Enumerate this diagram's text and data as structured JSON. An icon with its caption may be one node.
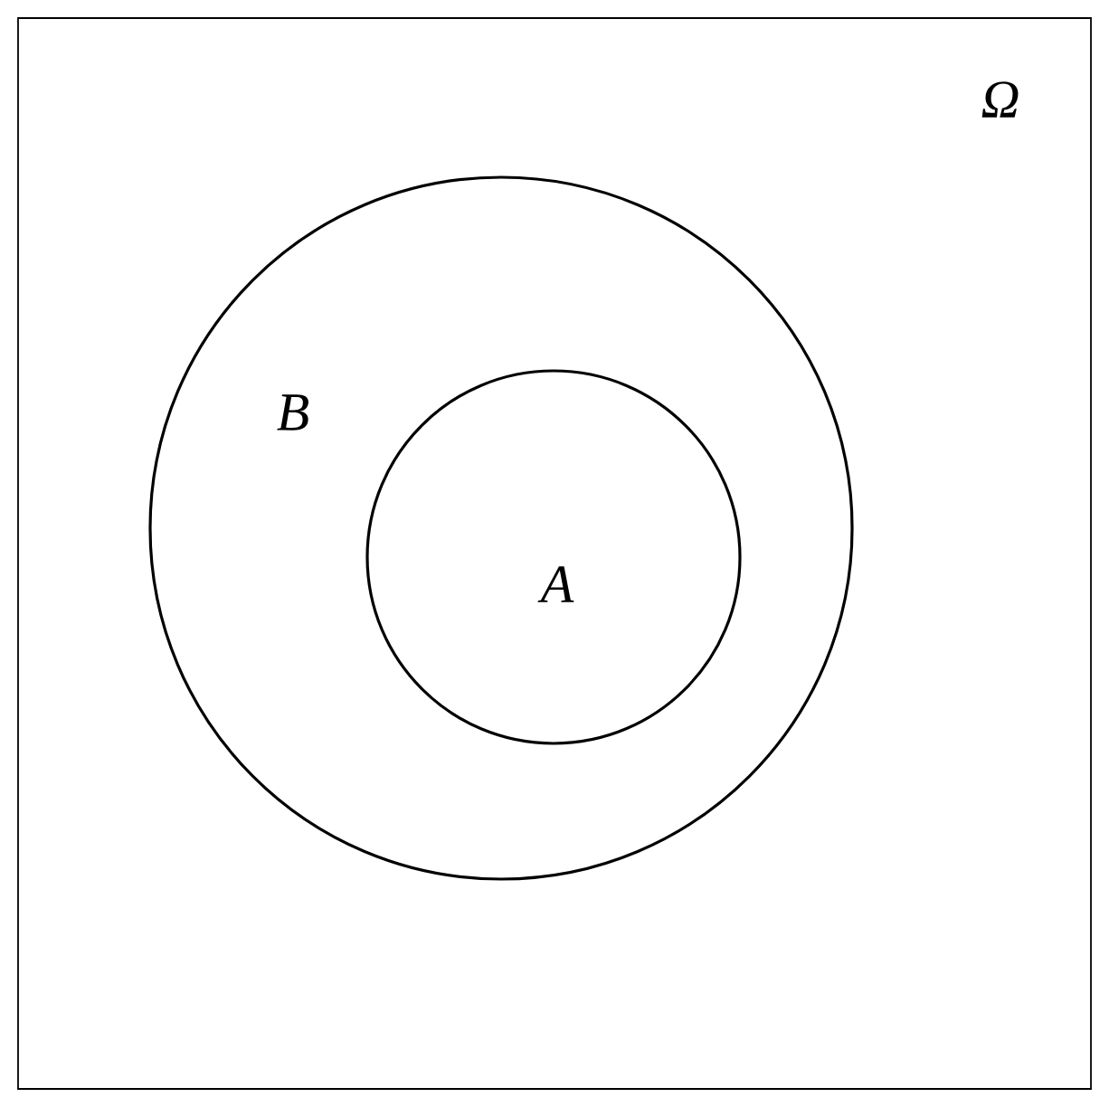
{
  "diagram": {
    "nodes": [
      {
        "text": [
          "Ω"
        ]
      },
      {
        "text": [
          "B"
        ],
        "in": 0
      },
      {
        "text": [
          "A"
        ],
        "in": 1
      }
    ]
  }
}
